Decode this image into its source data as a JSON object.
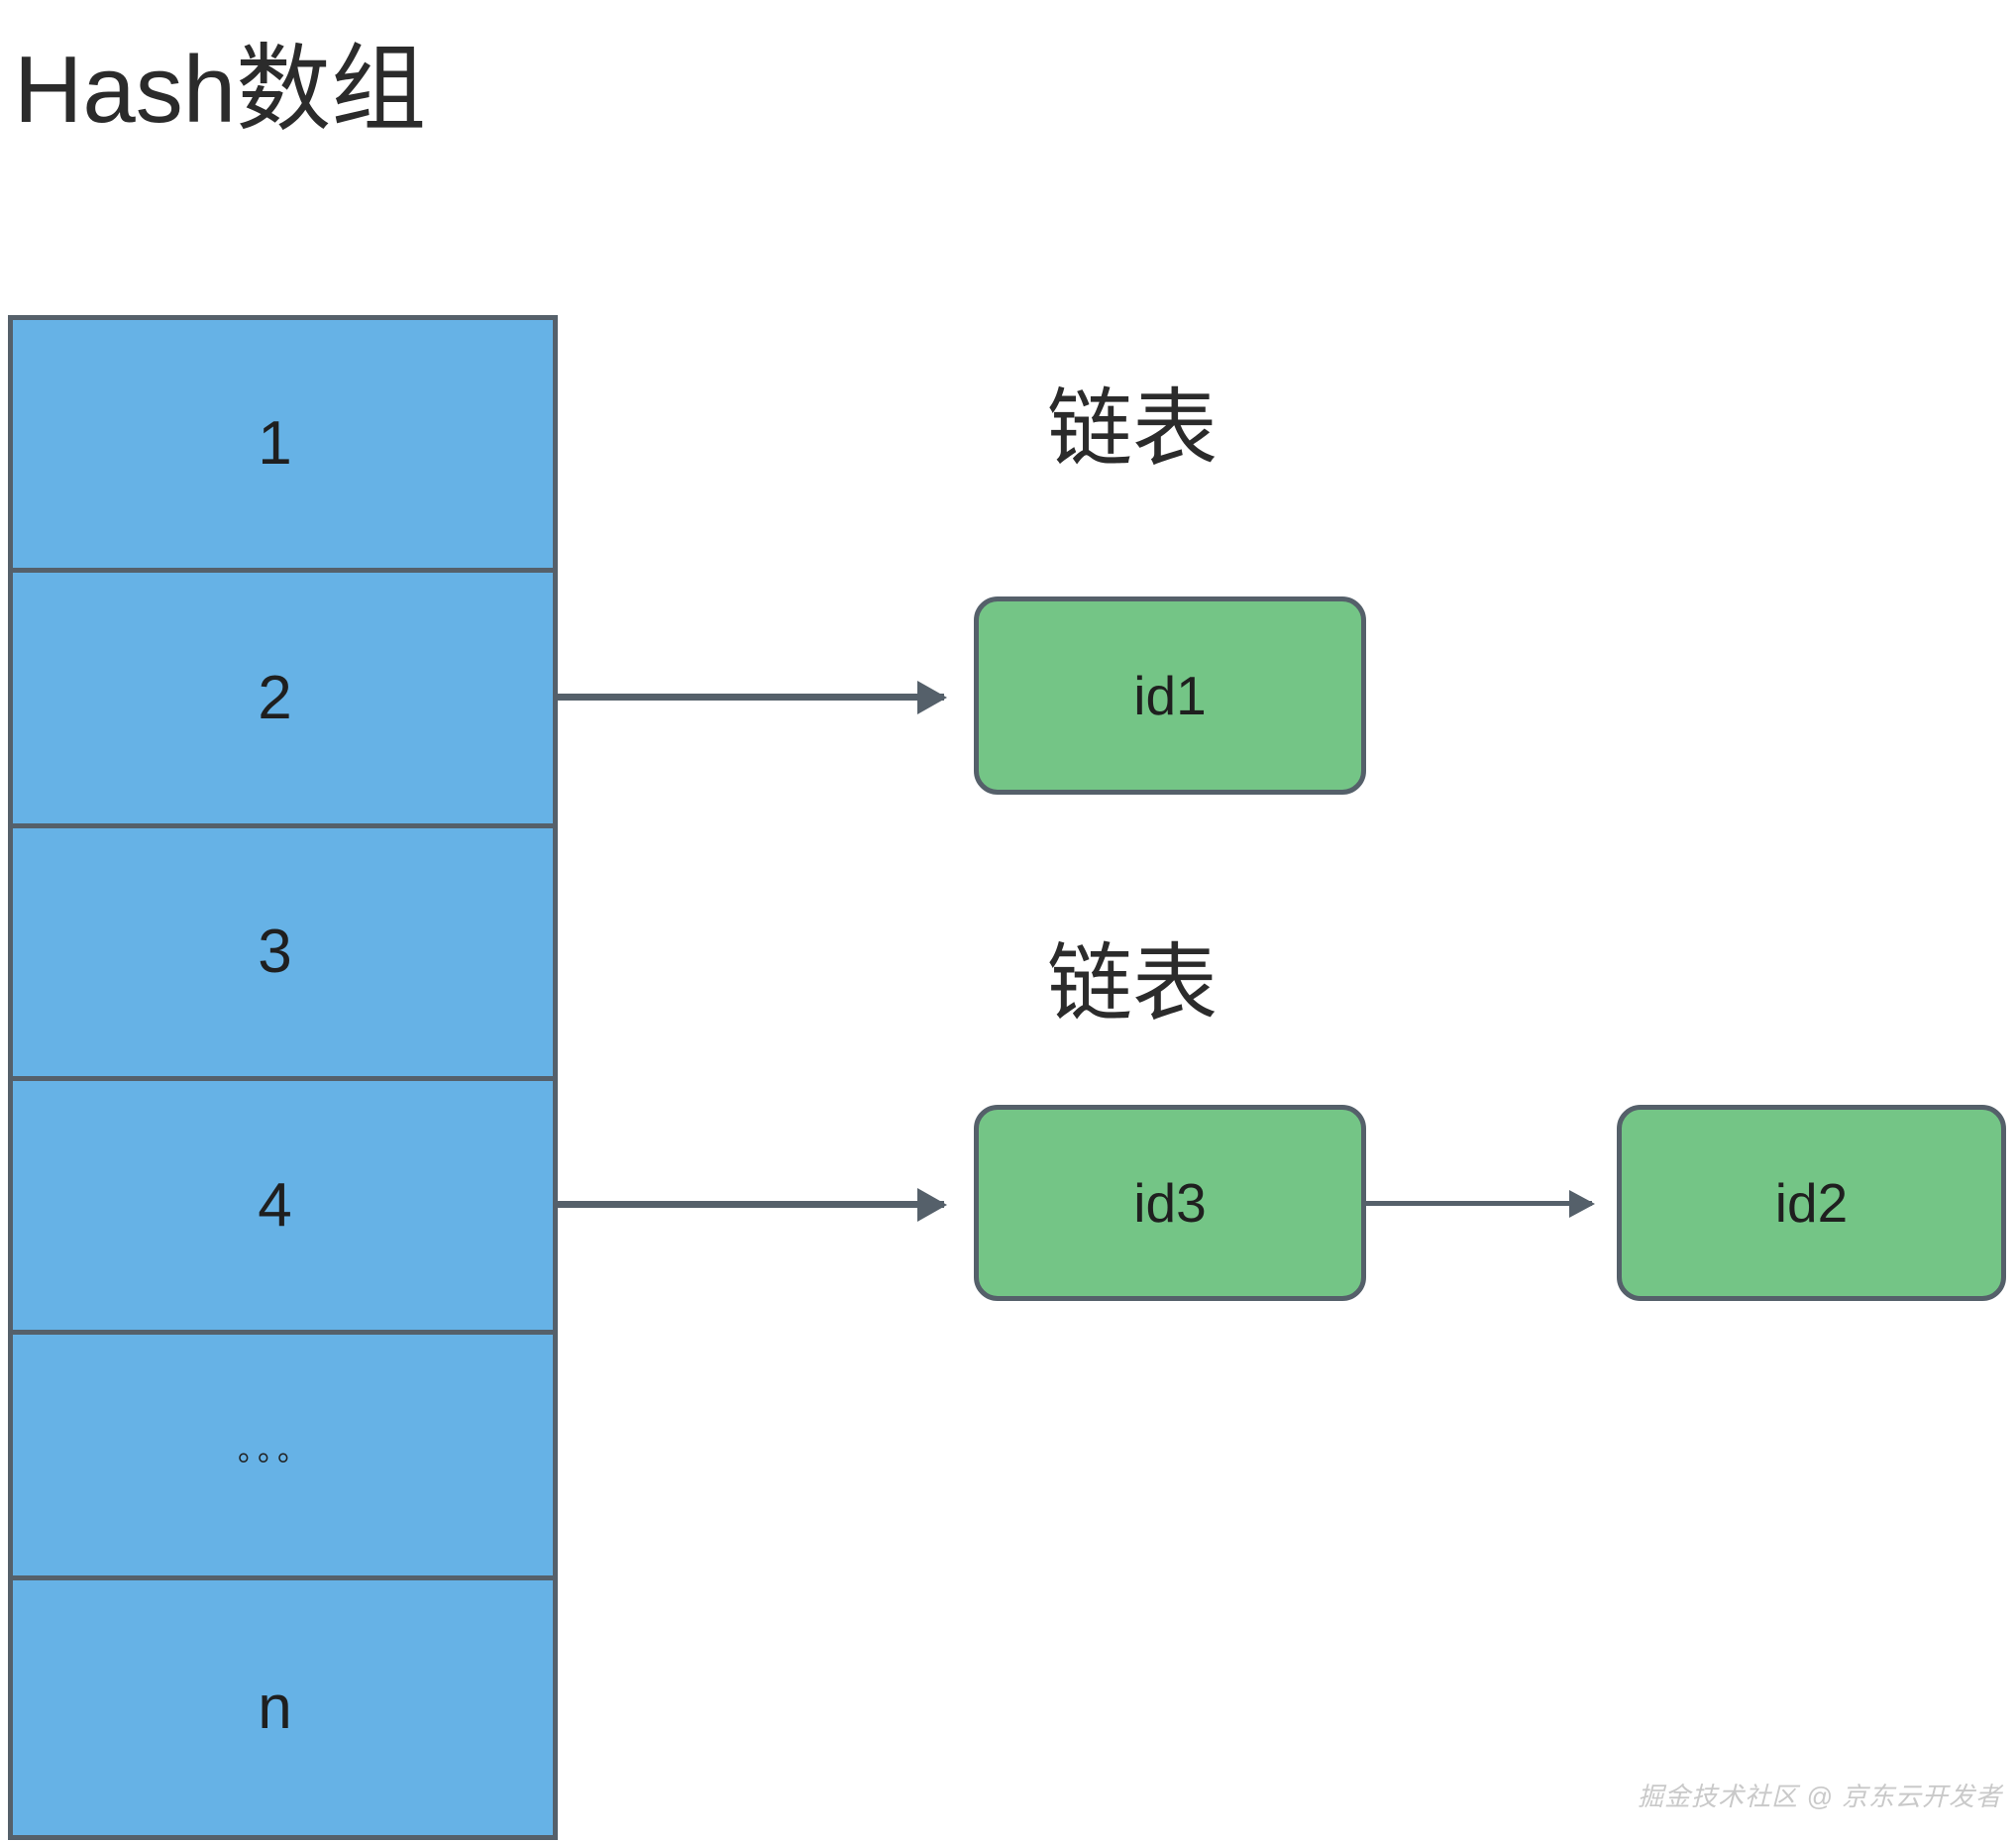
{
  "diagram": {
    "title": "Hash数组",
    "colors": {
      "array_fill": "#66b2e6",
      "node_fill": "#74c586",
      "stroke": "#55606a",
      "text": "#1f1f1f",
      "background": "#ffffff",
      "watermark": "#c9c9c9"
    }
  },
  "hash_array": {
    "name": "Hash数组",
    "cells": [
      {
        "label": "1",
        "index": 0
      },
      {
        "label": "2",
        "index": 1
      },
      {
        "label": "3",
        "index": 2
      },
      {
        "label": "4",
        "index": 3
      },
      {
        "label": "。。。",
        "index": 4
      },
      {
        "label": "n",
        "index": 5
      }
    ]
  },
  "linked_lists": [
    {
      "title": "链表",
      "from_cell": "2",
      "nodes": [
        {
          "label": "id1"
        }
      ]
    },
    {
      "title": "链表",
      "from_cell": "4",
      "nodes": [
        {
          "label": "id3"
        },
        {
          "label": "id2"
        }
      ]
    }
  ],
  "watermark": {
    "text": "掘金技术社区 @ 京东云开发者"
  }
}
